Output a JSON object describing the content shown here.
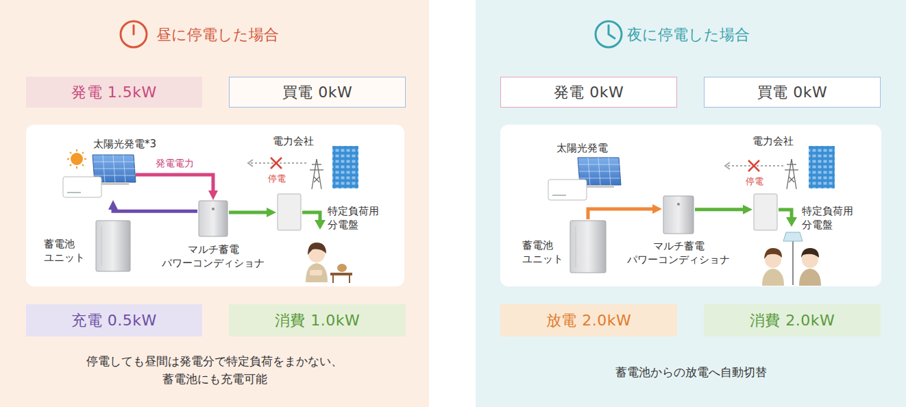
{
  "diagram": {
    "nodes": [
      {
        "text": [
          "昼に停電した場合",
          "停電しても昼間は発電分で特定負荷をまかない、 蓄電池にも充電可能"
        ]
      },
      {
        "text": [
          "発電 1.5kW"
        ],
        "in": 0
      },
      {
        "text": [
          "買電 0kW"
        ],
        "in": 0
      },
      {
        "text": [
          "太陽光発電*3"
        ],
        "in": 0
      },
      {
        "text": [
          "電力会社"
        ],
        "in": 0
      },
      {
        "text": [
          "マルチ蓄電 パワーコンディショナ"
        ],
        "in": 0
      },
      {
        "text": [
          "蓄電池 ユニット"
        ],
        "in": 0
      },
      {
        "text": [
          "特定負荷用 分電盤"
        ],
        "in": 0
      },
      {
        "text": [
          "充電 0.5kW"
        ],
        "in": 0
      },
      {
        "text": [
          "消費 1.0kW"
        ],
        "in": 0
      },
      {
        "text": [
          "夜に停電した場合",
          "蓄電池からの放電へ自動切替"
        ]
      },
      {
        "text": [
          "発電 0kW"
        ],
        "in": 10
      },
      {
        "text": [
          "買電 0kW"
        ],
        "in": 10
      },
      {
        "text": [
          "太陽光発電"
        ],
        "in": 10
      },
      {
        "text": [
          "電力会社"
        ],
        "in": 10
      },
      {
        "text": [
          "マルチ蓄電 パワーコンディショナ"
        ],
        "in": 10
      },
      {
        "text": [
          "蓄電池 ユニット"
        ],
        "in": 10
      },
      {
        "text": [
          "特定負荷用 分電盤"
        ],
        "in": 10
      },
      {
        "text": [
          "放電 2.0kW"
        ],
        "in": 10
      },
      {
        "text": [
          "消費 2.0kW"
        ],
        "in": 10
      }
    ],
    "edges": [
      {
        "from": 3,
        "to": 5,
        "label": "発電電力",
        "arrow": "to"
      },
      {
        "from": 5,
        "to": 6,
        "arrow": "to"
      },
      {
        "from": 5,
        "to": 7,
        "arrow": "to"
      },
      {
        "from": 16,
        "to": 15,
        "arrow": "to"
      },
      {
        "from": 15,
        "to": 17,
        "arrow": "to"
      }
    ],
    "labels": [
      "停電",
      "停電"
    ]
  }
}
